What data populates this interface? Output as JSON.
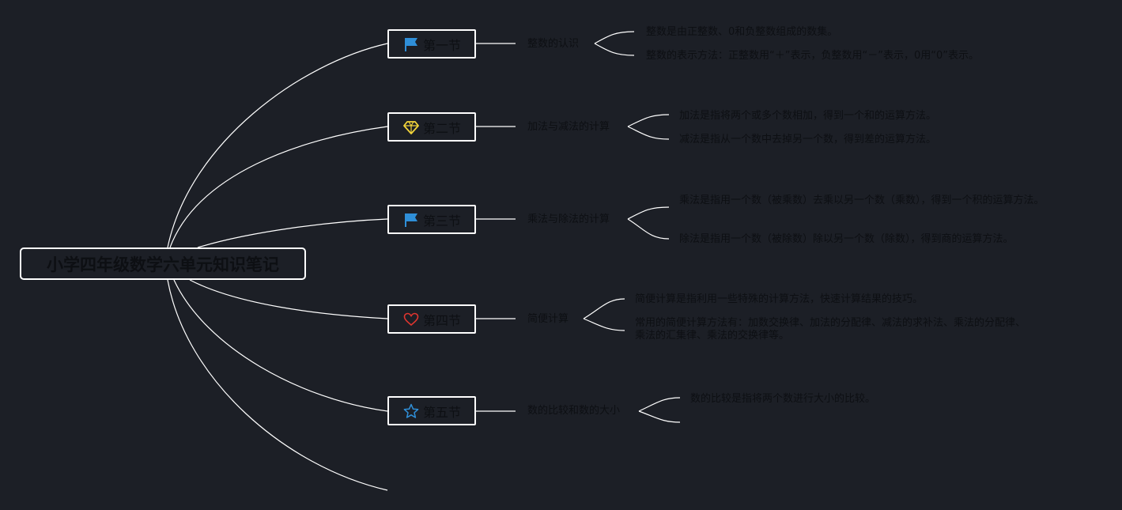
{
  "root": {
    "title": "小学四年级数学六单元知识笔记"
  },
  "sections": [
    {
      "label": "第一节",
      "icon": "flag-icon",
      "icon_color": "#2f8fd8",
      "topic": "整数的认识",
      "points": [
        "整数是由正整数、0和负整数组成的数集。",
        "整数的表示方法：正整数用“＋”表示，负整数用“－”表示，0用“0”表示。"
      ]
    },
    {
      "label": "第二节",
      "icon": "diamond-icon",
      "icon_color": "#f2d43a",
      "topic": "加法与减法的计算",
      "points": [
        "加法是指将两个或多个数相加，得到一个和的运算方法。",
        "减法是指从一个数中去掉另一个数，得到差的运算方法。"
      ]
    },
    {
      "label": "第三节",
      "icon": "flag-icon",
      "icon_color": "#2f8fd8",
      "topic": "乘法与除法的计算",
      "points": [
        "乘法是指用一个数（被乘数）去乘以另一个数（乘数），得到一个积的运算方法。",
        "除法是指用一个数（被除数）除以另一个数（除数），得到商的运算方法。"
      ]
    },
    {
      "label": "第四节",
      "icon": "heart-icon",
      "icon_color": "#e0352f",
      "topic": "简便计算",
      "points": [
        "简便计算是指利用一些特殊的计算方法，快速计算结果的技巧。",
        "常用的简便计算方法有：加数交换律、加法的分配律、减法的求补法、乘法的分配律、乘法的汇集律、乘法的交换律等。"
      ]
    },
    {
      "label": "第五节",
      "icon": "star-icon",
      "icon_color": "#2f8fd8",
      "topic": "数的比较和数的大小",
      "points": [
        "数的比较是指将两个数进行大小的比较。"
      ]
    }
  ],
  "colors": {
    "background": "#1c1f26",
    "line": "#ffffff",
    "text": "#0d0f13"
  }
}
